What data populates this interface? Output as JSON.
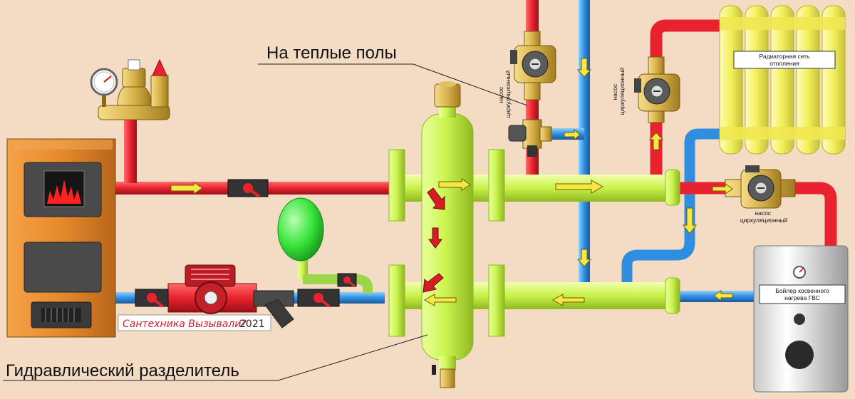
{
  "labels": {
    "warm_floors": "На теплые полы",
    "hydraulic_separator": "Гидравлический разделитель",
    "pump_top": [
      "насос",
      "циркуляционный"
    ],
    "pump_middle": [
      "насос",
      "циркуляционный"
    ],
    "pump_right": [
      "насос",
      "циркуляционный"
    ],
    "radiator_box": [
      "Радиаторная сеть",
      "отопления"
    ],
    "boiler_box": [
      "Бойлер косвенного",
      "нагрева ГВС"
    ],
    "watermark_text": "Сантехника Вызывали?",
    "watermark_year": "2021"
  },
  "colors": {
    "background": "#f4dcc4",
    "hot_pipe": "#e8232f",
    "cold_pipe": "#2f8ee0",
    "separator": "#c9f24a",
    "radiator": "#f2ef5a",
    "boiler": "#e58a2c",
    "expansion_tank": "#37e33a",
    "brass": "#d8b24a"
  },
  "icons": [
    "arrow-icon",
    "pressure-gauge-icon",
    "ball-valve-icon",
    "pump-icon",
    "fire-icon"
  ]
}
